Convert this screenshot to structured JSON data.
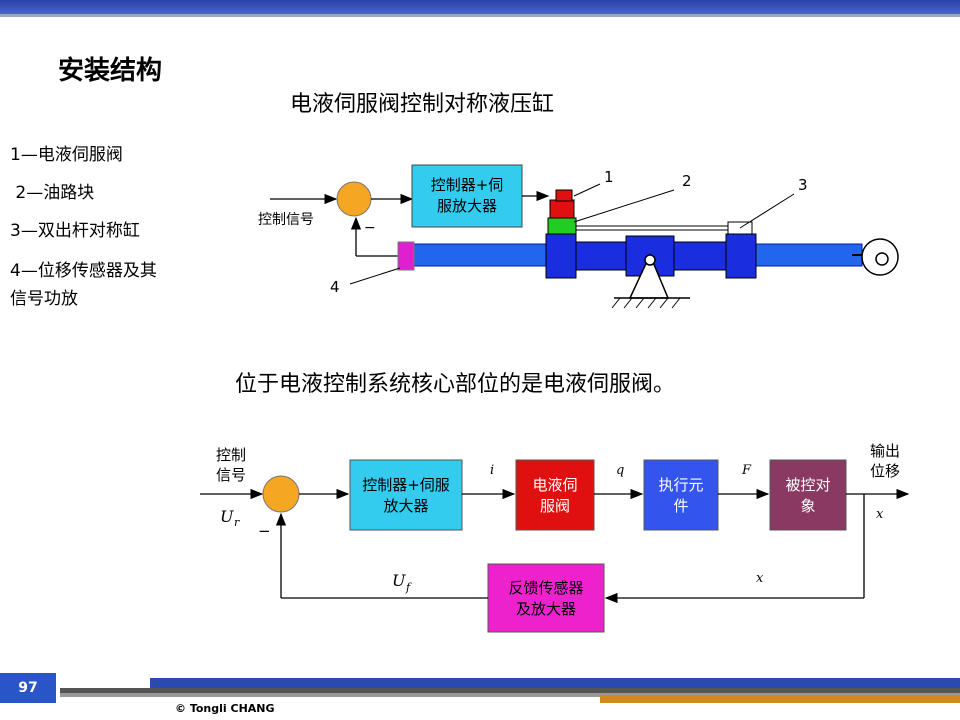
{
  "slide": {
    "title": "安装结构",
    "subtitle_top": "电液伺服阀控制对称液压缸",
    "subtitle_bottom": "位于电液控制系统核心部位的是电液伺服阀。",
    "page_number": "97",
    "copyright": "© Tongli  CHANG"
  },
  "legend": [
    "1—电液伺服阀",
    " 2—油路块",
    "3—双出杆对称缸",
    "4—位移传感器及其",
    "信号功放"
  ],
  "top_diagram": {
    "input_label": "控制信号",
    "controller_line1": "控制器+伺",
    "controller_line2": "服放大器",
    "minus": "−",
    "callouts": [
      "1",
      "2",
      "3",
      "4"
    ]
  },
  "block_diagram": {
    "input_line1": "控制",
    "input_line2": "信号",
    "input_symbol": "U",
    "input_sub": "r",
    "minus": "−",
    "controller_line1": "控制器+伺服",
    "controller_line2": "放大器",
    "signal_i": "i",
    "valve_line1": "电液伺",
    "valve_line2": "服阀",
    "signal_q": "q",
    "actuator_line1": "执行元",
    "actuator_line2": "件",
    "signal_F": "F",
    "plant_line1": "被控对",
    "plant_line2": "象",
    "output_line1": "输出",
    "output_line2": "位移",
    "output_x": "x",
    "feedback_x": "x",
    "feedback_symbol": "U",
    "feedback_sub": "f",
    "feedback_line1": "反馈传感器",
    "feedback_line2": "及放大器"
  },
  "colors": {
    "summing": "#f5a623",
    "controller": "#33ccee",
    "valve": "#e01010",
    "actuator": "#3355ee",
    "plant": "#8a3a62",
    "feedback": "#ee22cc",
    "cylinder": "#1a2ee0",
    "rod": "#2266ee",
    "sensor": "#e020d0",
    "valve_block": "#22cc22"
  }
}
